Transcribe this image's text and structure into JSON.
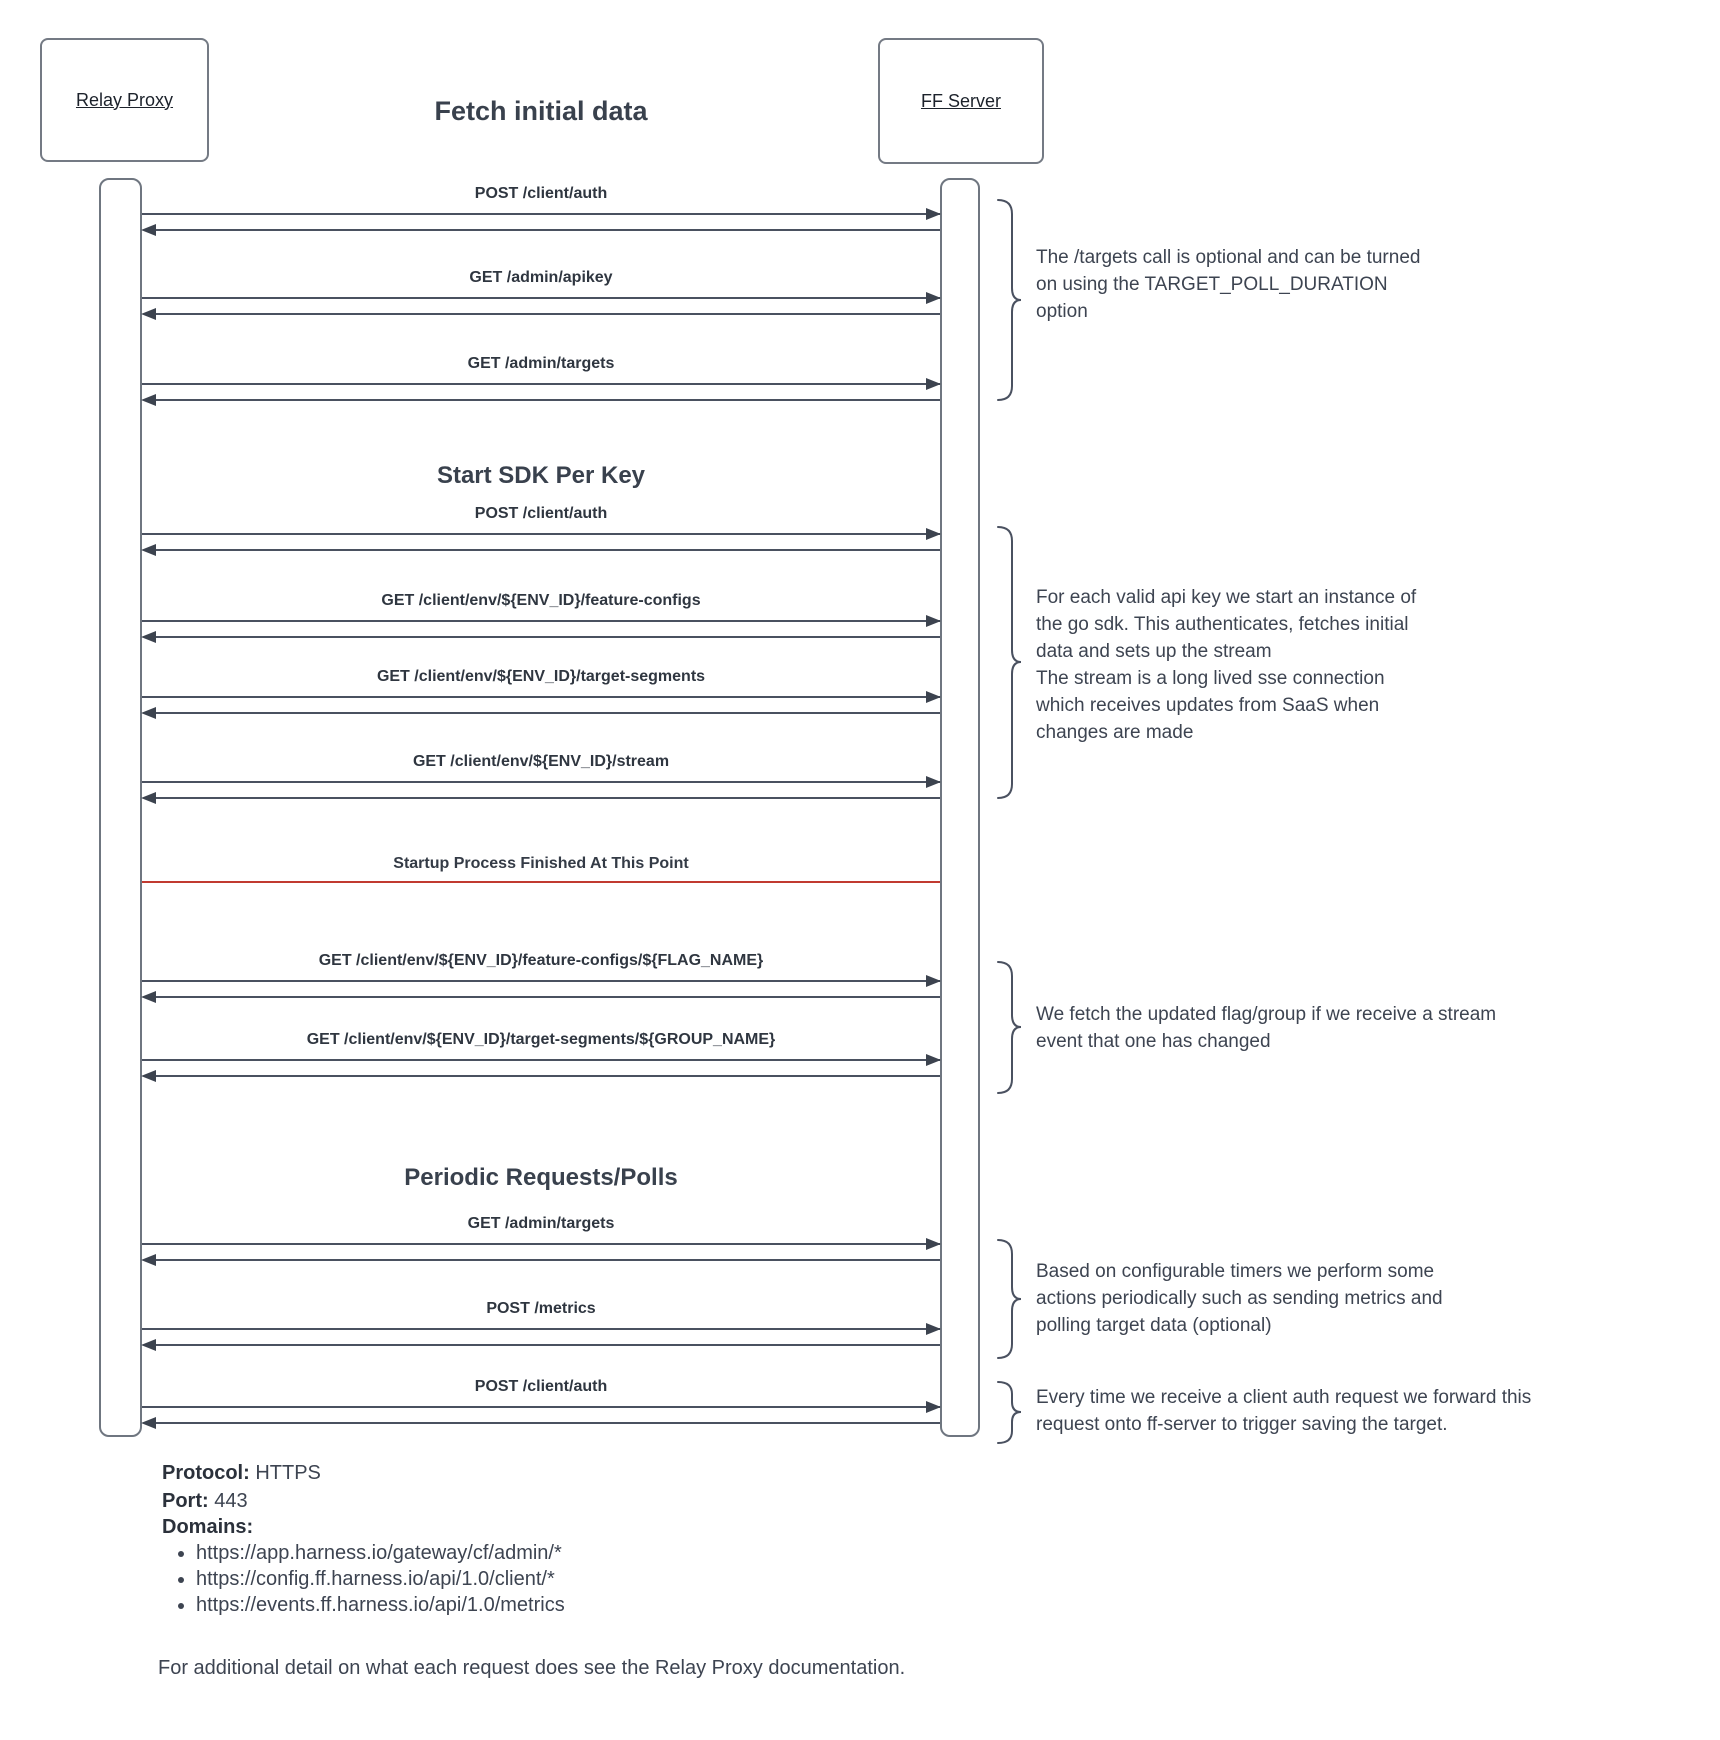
{
  "diagram": {
    "actors": {
      "left": "Relay Proxy",
      "right": "FF Server"
    },
    "sections": {
      "fetch_initial": "Fetch initial data",
      "start_sdk": "Start SDK Per Key",
      "periodic": "Periodic Requests/Polls"
    },
    "divider": "Startup Process Finished At This Point",
    "messages": [
      {
        "label": "POST /client/auth"
      },
      {
        "label": "GET /admin/apikey"
      },
      {
        "label": "GET /admin/targets"
      },
      {
        "label": "POST /client/auth"
      },
      {
        "label": "GET /client/env/${ENV_ID}/feature-configs"
      },
      {
        "label": "GET /client/env/${ENV_ID}/target-segments"
      },
      {
        "label": "GET /client/env/${ENV_ID}/stream"
      },
      {
        "label": "GET /client/env/${ENV_ID}/feature-configs/${FLAG_NAME}"
      },
      {
        "label": "GET /client/env/${ENV_ID}/target-segments/${GROUP_NAME}"
      },
      {
        "label": "GET /admin/targets"
      },
      {
        "label": "POST /metrics"
      },
      {
        "label": "POST /client/auth"
      }
    ],
    "annotations": [
      {
        "text": "The /targets call is optional and can be turned\non using the TARGET_POLL_DURATION\noption"
      },
      {
        "text": "For each valid api key we start an instance of\nthe go sdk. This authenticates, fetches initial\ndata and sets up the stream\nThe stream is a long lived sse connection\nwhich receives updates from SaaS when\nchanges are made"
      },
      {
        "text": "We fetch the updated flag/group if we receive a stream\nevent that one has changed"
      },
      {
        "text": "Based on configurable timers we perform some\nactions periodically such as sending metrics and\npolling target data (optional)"
      },
      {
        "text": "Every time we receive a client auth request we forward this\nrequest onto ff-server to trigger saving the target."
      }
    ],
    "footer": {
      "protocol_label": "Protocol:",
      "protocol_value": " HTTPS",
      "port_label": "Port:",
      "port_value": " 443",
      "domains_label": "Domains:",
      "domains": [
        "https://app.harness.io/gateway/cf/admin/*",
        "https://config.ff.harness.io/api/1.0/client/*",
        "https://events.ff.harness.io/api/1.0/metrics"
      ],
      "note": "For additional detail on what each request does see the Relay Proxy documentation."
    },
    "colors": {
      "line": "#4a5160",
      "text": "#3d4451",
      "divider_red": "#c13a30",
      "border": "#6f7680"
    }
  }
}
